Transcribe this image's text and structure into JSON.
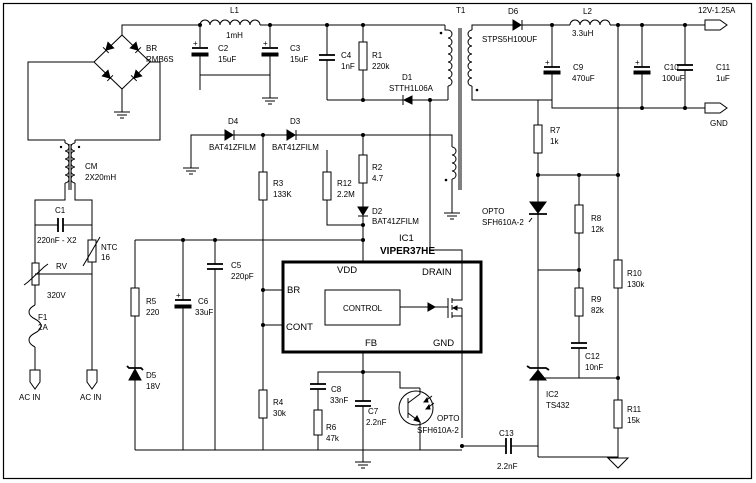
{
  "labels": {
    "ac_in_1": "AC IN",
    "ac_in_2": "AC IN",
    "gnd_out": "GND",
    "vout": "12V-1.25A"
  },
  "components": {
    "L1": {
      "ref": "L1",
      "value": "1mH"
    },
    "BR": {
      "ref": "BR",
      "value": "RMB6S"
    },
    "C2": {
      "ref": "C2",
      "value": "15uF"
    },
    "C3": {
      "ref": "C3",
      "value": "15uF"
    },
    "C4": {
      "ref": "C4",
      "value": "1nF"
    },
    "R1": {
      "ref": "R1",
      "value": "220k"
    },
    "D1": {
      "ref": "D1",
      "value": "STTH1L06A"
    },
    "T1": {
      "ref": "T1"
    },
    "D6": {
      "ref": "D6",
      "value": "STPS5H100UF"
    },
    "L2": {
      "ref": "L2",
      "value": "3.3uH"
    },
    "C9": {
      "ref": "C9",
      "value": "470uF"
    },
    "C10": {
      "ref": "C10",
      "value": "100uF"
    },
    "C11": {
      "ref": "C11",
      "value": "1uF"
    },
    "CM": {
      "ref": "CM",
      "value": "2X20mH"
    },
    "D4": {
      "ref": "D4",
      "value": "BAT41ZFILM"
    },
    "D3": {
      "ref": "D3",
      "value": "BAT41ZFILM"
    },
    "R2": {
      "ref": "R2",
      "value": "4.7"
    },
    "R3": {
      "ref": "R3",
      "value": "133K"
    },
    "R12": {
      "ref": "R12",
      "value": "2.2M"
    },
    "D2": {
      "ref": "D2",
      "value": "BAT41ZFILM"
    },
    "R7": {
      "ref": "R7",
      "value": "1k"
    },
    "OPTO_TOP": {
      "ref": "OPTO",
      "value": "SFH610A-2"
    },
    "C1": {
      "ref": "C1",
      "value": "220nF - X2"
    },
    "NTC": {
      "ref": "NTC",
      "value": "16"
    },
    "RV": {
      "ref": "RV",
      "value": "320V"
    },
    "F1": {
      "ref": "F1",
      "value": "2A"
    },
    "R5": {
      "ref": "R5",
      "value": "220"
    },
    "D5": {
      "ref": "D5",
      "value": "18V"
    },
    "C6": {
      "ref": "C6",
      "value": "33uF"
    },
    "C5": {
      "ref": "C5",
      "value": "220pF"
    },
    "R4": {
      "ref": "R4",
      "value": "30k"
    },
    "C8": {
      "ref": "C8",
      "value": "33nF"
    },
    "R6": {
      "ref": "R6",
      "value": "47k"
    },
    "C7": {
      "ref": "C7",
      "value": "2.2nF"
    },
    "OPTO_BOT": {
      "ref": "OPTO",
      "value": "SFH610A-2"
    },
    "C13": {
      "ref": "C13",
      "value": "2.2nF"
    },
    "R8": {
      "ref": "R8",
      "value": "12k"
    },
    "R9": {
      "ref": "R9",
      "value": "82k"
    },
    "R10": {
      "ref": "R10",
      "value": "130k"
    },
    "C12": {
      "ref": "C12",
      "value": "10nF"
    },
    "IC2": {
      "ref": "IC2",
      "value": "TS432"
    },
    "R11": {
      "ref": "R11",
      "value": "15k"
    }
  },
  "ic1": {
    "ref": "IC1",
    "part": "VIPER37HE",
    "pins": {
      "vdd": "VDD",
      "drain": "DRAIN",
      "br": "BR",
      "cont": "CONT",
      "fb": "FB",
      "gnd": "GND"
    },
    "block": "CONTROL"
  }
}
